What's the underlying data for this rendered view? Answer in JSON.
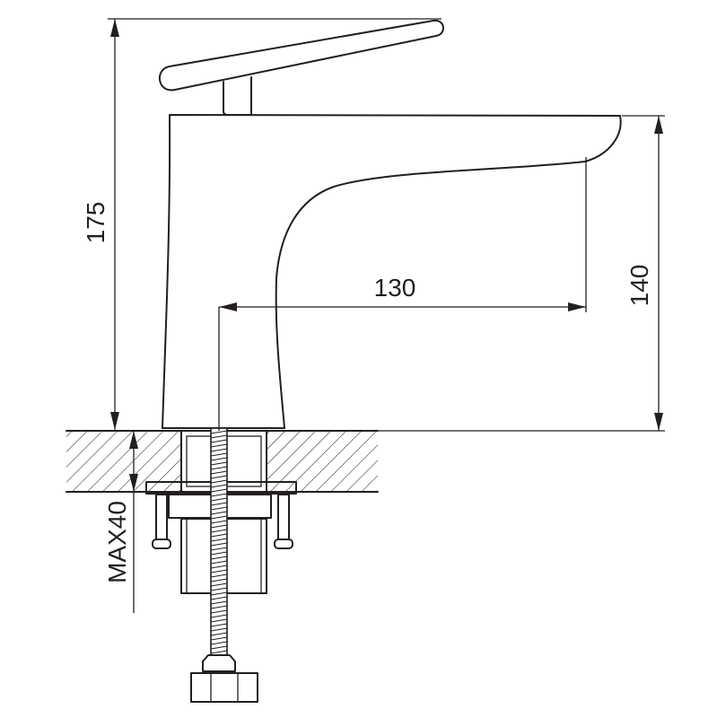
{
  "dimensions": {
    "overall_height": "175",
    "spout_height": "140",
    "spout_reach": "130",
    "max_counter_thickness": "MAX40"
  },
  "colors": {
    "line": "#231f20",
    "background": "#ffffff"
  }
}
